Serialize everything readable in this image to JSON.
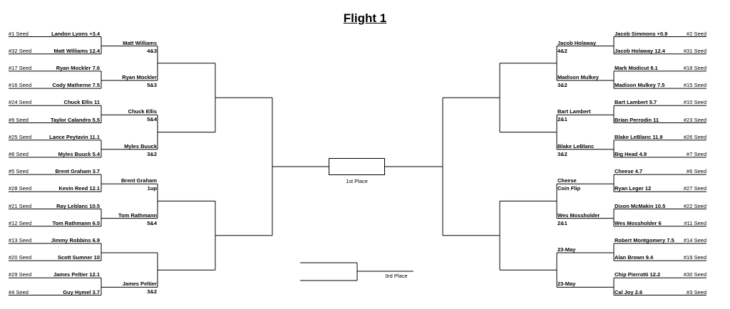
{
  "title": "Flight 1",
  "left_r1": [
    {
      "seed": "#1 Seed",
      "name": "Landon Lyons +3.4"
    },
    {
      "seed": "#32 Seed",
      "name": "Matt Williams 12.4"
    },
    {
      "seed": "#17 Seed",
      "name": "Ryan Mockler 7.6"
    },
    {
      "seed": "#16 Seed",
      "name": "Cody Matherne 7.5"
    },
    {
      "seed": "#24 Seed",
      "name": "Chuck Ellis 11"
    },
    {
      "seed": "#9 Seed",
      "name": "Taylor Calandro 5.5"
    },
    {
      "seed": "#25 Seed",
      "name": "Lance Peytavin 11.1"
    },
    {
      "seed": "#8 Seed",
      "name": "Myles Buuck 5.4"
    },
    {
      "seed": "#5 Seed",
      "name": "Brent Graham 3.7"
    },
    {
      "seed": "#28 Seed",
      "name": "Kevin Reed 12.1"
    },
    {
      "seed": "#21 Seed",
      "name": "Ray Leblanc 10.5"
    },
    {
      "seed": "#12 Seed",
      "name": "Tom Rathmann 6.5"
    },
    {
      "seed": "#13 Seed",
      "name": "Jimmy Robbins 6.9"
    },
    {
      "seed": "#20 Seed",
      "name": "Scott Sumner 10"
    },
    {
      "seed": "#29 Seed",
      "name": "James Peltier 12.1"
    },
    {
      "seed": "#4 Seed",
      "name": "Guy Hymel 3.7"
    }
  ],
  "left_r2": [
    {
      "name": "Matt Williams",
      "result": "4&3"
    },
    {
      "name": "Ryan Mockler",
      "result": "5&3"
    },
    {
      "name": "Chuck Ellis",
      "result": "5&4"
    },
    {
      "name": "Myles Buuck",
      "result": "3&2"
    },
    {
      "name": "Brent Graham",
      "result": "1up"
    },
    {
      "name": "Tom Rathmann",
      "result": "5&4"
    },
    {
      "name": "",
      "result": ""
    },
    {
      "name": "James Peltier",
      "result": "3&2"
    }
  ],
  "right_r1": [
    {
      "seed": "#2 Seed",
      "name": "Jacob Simmons +0.9"
    },
    {
      "seed": "#31 Seed",
      "name": "Jacob Holaway 12.4"
    },
    {
      "seed": "#18 Seed",
      "name": "Mark Modicut 8.1"
    },
    {
      "seed": "#15 Seed",
      "name": "Madison Mulkey 7.5"
    },
    {
      "seed": "#10 Seed",
      "name": "Bart Lambert 5.7"
    },
    {
      "seed": "#23 Seed",
      "name": "Brian Perrodin 11"
    },
    {
      "seed": "#26 Seed",
      "name": "Blake LeBlanc 11.9"
    },
    {
      "seed": "#7 Seed",
      "name": "Big Head 4.9"
    },
    {
      "seed": "#6 Seed",
      "name": "Cheese 4.7"
    },
    {
      "seed": "#27 Seed",
      "name": "Ryan Leger 12"
    },
    {
      "seed": "#22 Seed",
      "name": "Dixon McMakin 10.5"
    },
    {
      "seed": "#11 Seed",
      "name": "Wes Mossholder 6"
    },
    {
      "seed": "#14 Seed",
      "name": "Robert Montgomery 7.5"
    },
    {
      "seed": "#19 Seed",
      "name": "Alan Brown 9.4"
    },
    {
      "seed": "#30 Seed",
      "name": "Chip Pierrotti 12.2"
    },
    {
      "seed": "#3 Seed",
      "name": "Cal Joy 2.6"
    }
  ],
  "right_r2": [
    {
      "name": "Jacob Holaway",
      "result": "4&2"
    },
    {
      "name": "Madison Mulkey",
      "result": "3&2"
    },
    {
      "name": "Bart Lambert",
      "result": "2&1"
    },
    {
      "name": "Blake LeBlanc",
      "result": "3&2"
    },
    {
      "name": "Cheese",
      "result": "Coin Flip"
    },
    {
      "name": "Wes Mossholder",
      "result": "2&1"
    },
    {
      "name": "23-May",
      "result": ""
    },
    {
      "name": "23-May",
      "result": ""
    }
  ],
  "first_place_label": "1st Place",
  "third_place_label": "3rd Place"
}
